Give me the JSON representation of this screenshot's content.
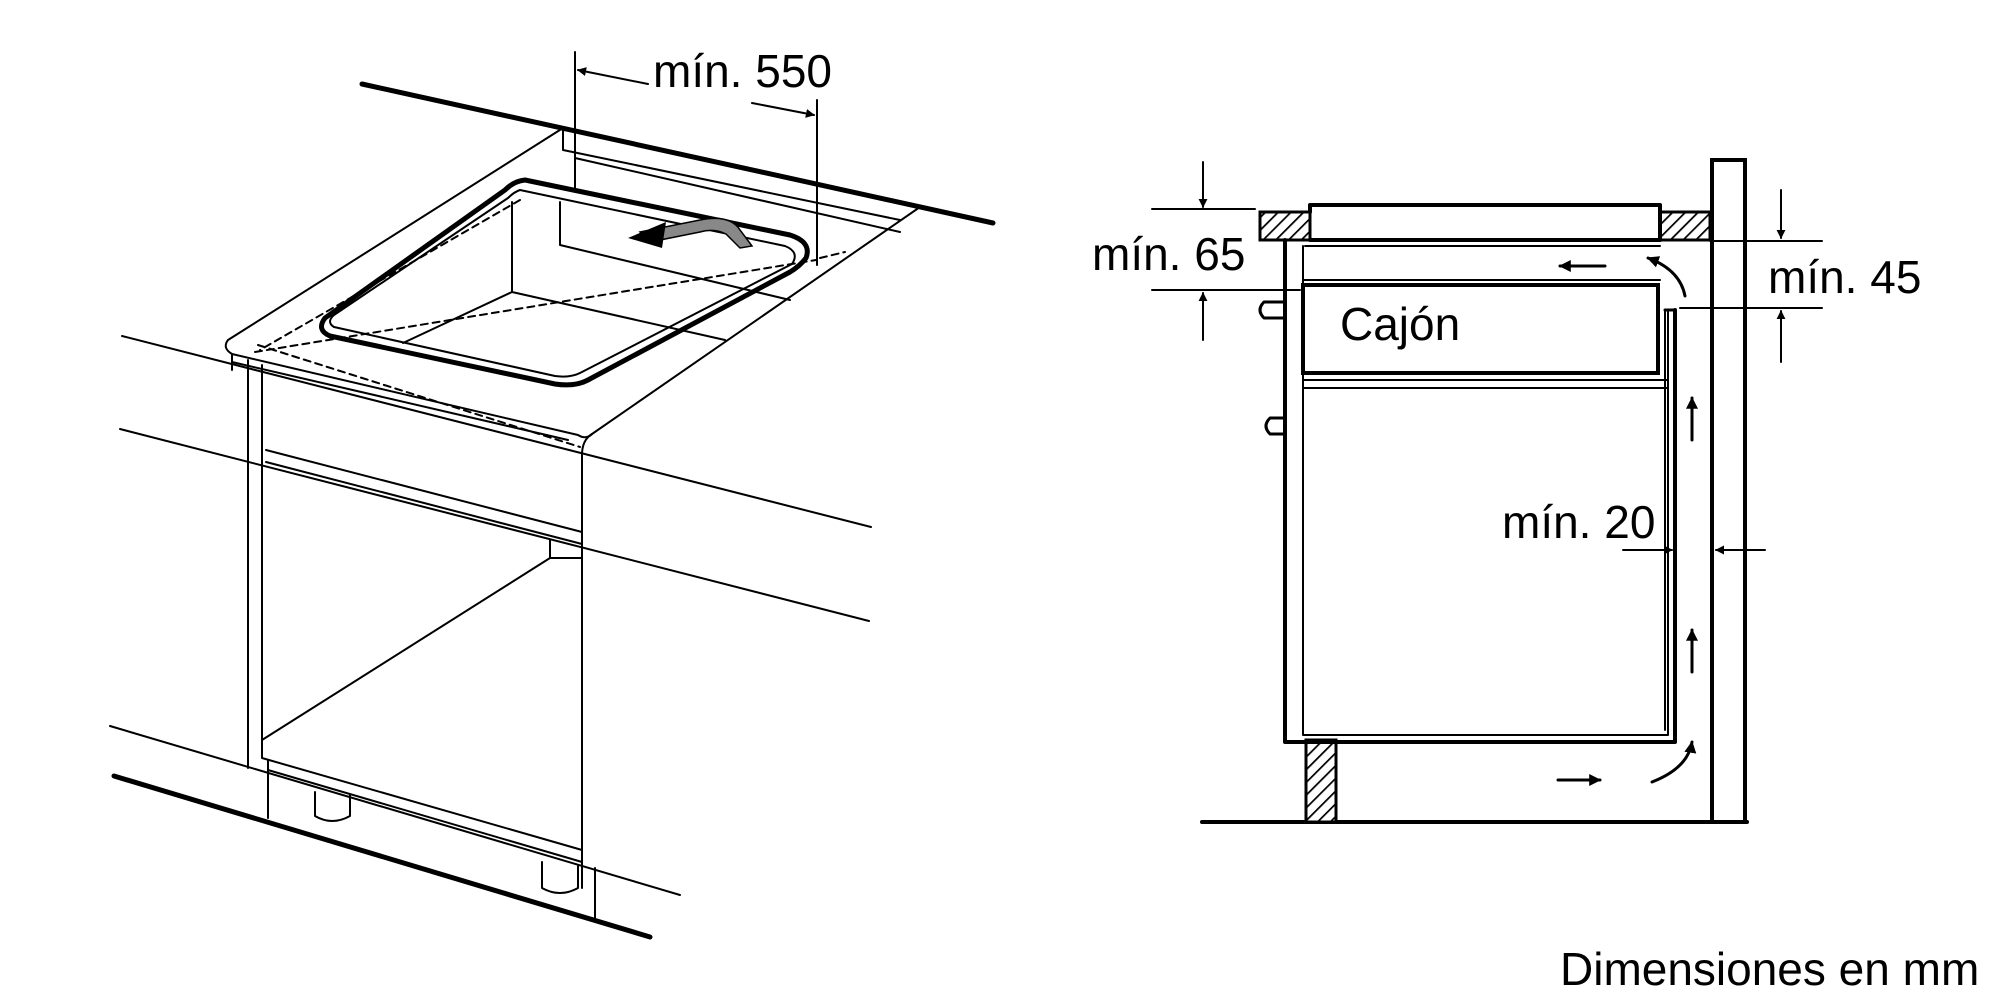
{
  "labels": {
    "min_550": "mín. 550",
    "min_65": "mín. 65",
    "min_45": "mín. 45",
    "min_20": "mín. 20",
    "cajon": "Cajón",
    "units": "Dimensiones en mm"
  }
}
